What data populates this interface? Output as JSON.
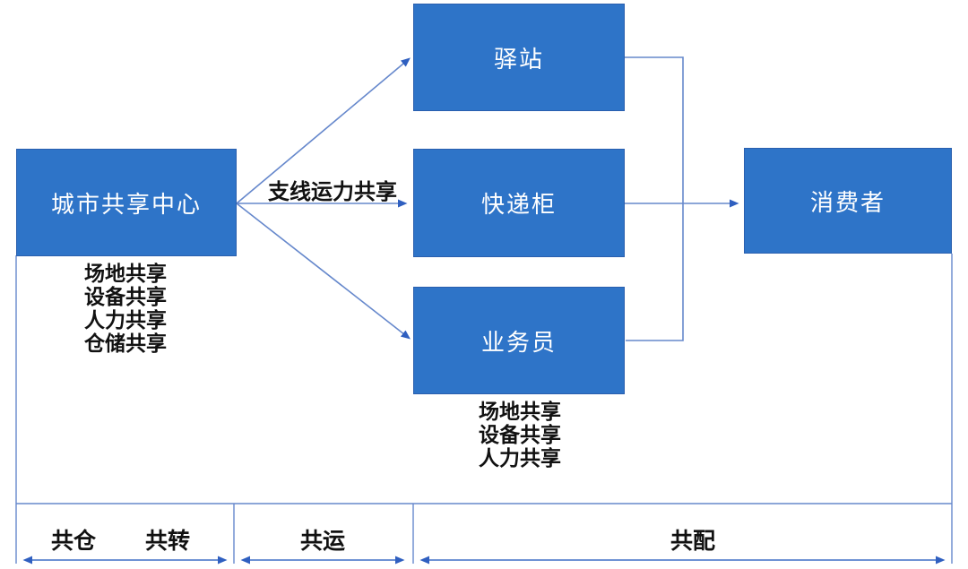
{
  "diagram": {
    "nodes": {
      "center": "城市共享中心",
      "station": "驿站",
      "locker": "快递柜",
      "salesman": "业务员",
      "consumer": "消费者"
    },
    "branch_arrow_label": "支线运力共享",
    "center_share_items": [
      "场地共享",
      "设备共享",
      "人力共享",
      "仓储共享"
    ],
    "terminal_share_items": [
      "场地共享",
      "设备共享",
      "人力共享"
    ],
    "bottom_stages": {
      "shared_warehousing": "共仓",
      "shared_transfer": "共转",
      "shared_transport": "共运",
      "shared_distribution": "共配"
    },
    "colors": {
      "node_fill": "#2e74c8",
      "node_border": "#2a5fae",
      "connector_line": "#6688cc",
      "arrowhead": "#2f5fc0",
      "text_dark": "#111111",
      "node_text": "#ffffff"
    }
  }
}
